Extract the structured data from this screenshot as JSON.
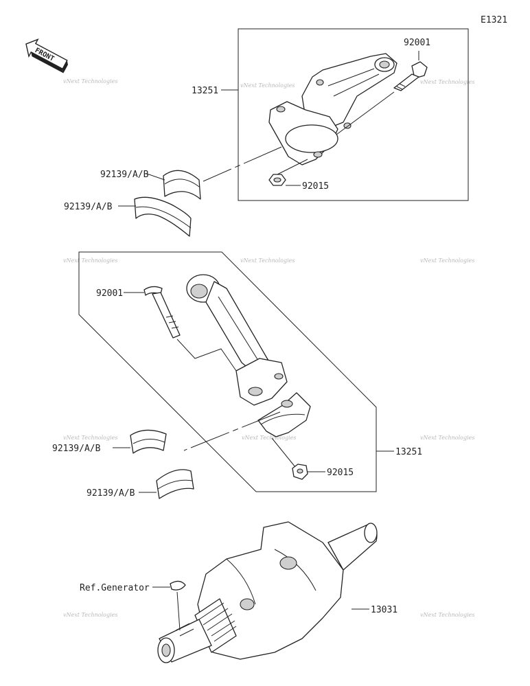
{
  "diagram_id": "E1321",
  "front_arrow_text": "FRONT",
  "watermark": "vNext Technologies",
  "labels": {
    "upper_rod_assy": "13251",
    "upper_bolt": "92001",
    "upper_nut": "92015",
    "upper_bearing_1": "92139/A/B",
    "upper_bearing_2": "92139/A/B",
    "lower_bolt": "92001",
    "lower_bearing_1": "92139/A/B",
    "lower_bearing_2": "92139/A/B",
    "lower_nut": "92015",
    "lower_rod_assy": "13251",
    "ref_generator": "Ref.Generator",
    "crankshaft": "13031"
  },
  "colors": {
    "line": "#222222",
    "watermark": "#b9b9b9"
  }
}
